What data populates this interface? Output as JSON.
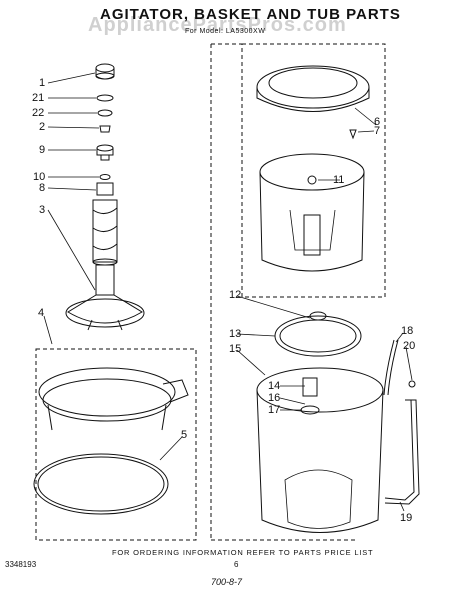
{
  "title": "AGITATOR, BASKET AND TUB PARTS",
  "model_line": "For Model: LA5300XW",
  "watermark": "AppliancePartsPros.com",
  "footer": {
    "ordering_note": "FOR ORDERING INFORMATION REFER TO PARTS PRICE LIST",
    "part_number": "3348193",
    "page": "6",
    "code": "700-8-7"
  },
  "callouts": [
    "1",
    "21",
    "22",
    "2",
    "9",
    "10",
    "8",
    "3",
    "4",
    "5",
    "6",
    "7",
    "11",
    "12",
    "13",
    "15",
    "14",
    "16",
    "17",
    "18",
    "20",
    "19"
  ]
}
